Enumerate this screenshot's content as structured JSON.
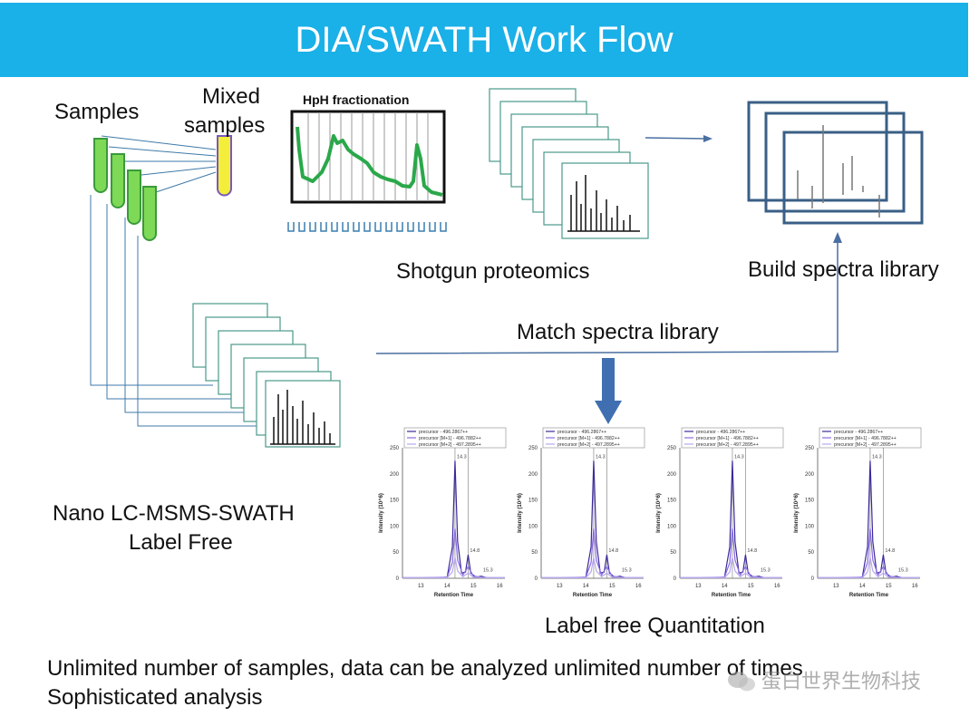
{
  "title": "DIA/SWATH Work Flow",
  "labels": {
    "samples": "Samples",
    "mixed_samples_line1": "Mixed",
    "mixed_samples_line2": "samples",
    "hph_fractionation": "HpH fractionation",
    "shotgun": "Shotgun proteomics",
    "build_library": "Build spectra library",
    "match_library": "Match spectra library",
    "nano_lc_line1": "Nano LC-MSMS-SWATH",
    "nano_lc_line2": "Label Free",
    "label_free_quant": "Label free Quantitation"
  },
  "footer": {
    "line1": "Unlimited number of samples, data can be analyzed unlimited number of times",
    "line2": "Sophisticated analysis"
  },
  "watermark": {
    "text": "蛋白世界生物科技"
  },
  "colors": {
    "title_bar": "#1ab0e8",
    "tube_green": "#7ed957",
    "tube_yellow": "#f2ee3a",
    "chromatogram": "#2aa84a",
    "library_frame": "#3a5f86",
    "arrow_blue": "#3f6fb0",
    "xic_purple": "#6a4ad6"
  },
  "chart_data": [
    {
      "type": "line",
      "xlabel": "Retention Time",
      "ylabel": "Intensity (10^6)",
      "xlim": [
        12.3,
        16.2
      ],
      "ylim": [
        0,
        250
      ],
      "x_ticks": [
        "13",
        "14",
        "15",
        "16"
      ],
      "y_ticks": [
        "0",
        "50",
        "100",
        "150",
        "200",
        "250"
      ],
      "legend": [
        "precursor - 496.2867++",
        "precursor [M+1] - 496.7882++",
        "precursor [M+2] - 497.2895++"
      ],
      "peak_labels": [
        {
          "text": "14.3",
          "x": 14.3,
          "y": 225
        },
        {
          "text": "14.8",
          "x": 14.8,
          "y": 45
        },
        {
          "text": "15.3",
          "x": 15.3,
          "y": 8
        }
      ],
      "series": [
        {
          "name": "precursor - 496.2867++",
          "x": [
            12.3,
            13.0,
            13.6,
            14.0,
            14.2,
            14.3,
            14.4,
            14.55,
            14.7,
            14.8,
            14.9,
            15.1,
            15.3,
            15.5,
            16.0,
            16.2
          ],
          "values": [
            1,
            1,
            1,
            2,
            60,
            225,
            70,
            10,
            12,
            45,
            10,
            2,
            4,
            1,
            1,
            1
          ]
        },
        {
          "name": "precursor [M+1] - 496.7882++",
          "x": [
            12.3,
            13.0,
            14.0,
            14.2,
            14.3,
            14.4,
            14.6,
            14.8,
            15.0,
            15.5,
            16.2
          ],
          "values": [
            1,
            1,
            2,
            30,
            95,
            35,
            6,
            22,
            4,
            1,
            1
          ]
        },
        {
          "name": "precursor [M+2] - 497.2895++",
          "x": [
            12.3,
            13.0,
            14.0,
            14.2,
            14.3,
            14.4,
            14.6,
            14.8,
            15.0,
            15.5,
            16.2
          ],
          "values": [
            1,
            1,
            1,
            12,
            40,
            14,
            3,
            10,
            2,
            1,
            1
          ]
        }
      ]
    }
  ]
}
